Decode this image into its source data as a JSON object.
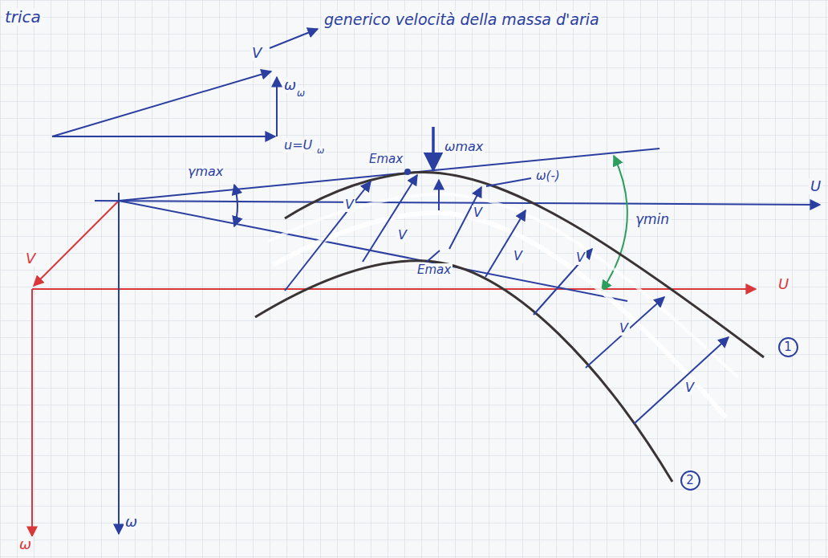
{
  "diagram": {
    "nodes": [
      {
        "text": [
          "1"
        ]
      },
      {
        "text": [
          "2"
        ]
      }
    ],
    "labels": [
      "trica",
      "V",
      "generico velocità della massa d'aria",
      "ω",
      "ω",
      "u=U",
      "ω",
      "Emax",
      "ωmax",
      "γmax",
      "ω(-)",
      "U",
      "γmin",
      "V",
      "Emax",
      "U",
      "V",
      "V",
      "V",
      "V",
      "V",
      "V",
      "V",
      "ω",
      "ω"
    ]
  }
}
